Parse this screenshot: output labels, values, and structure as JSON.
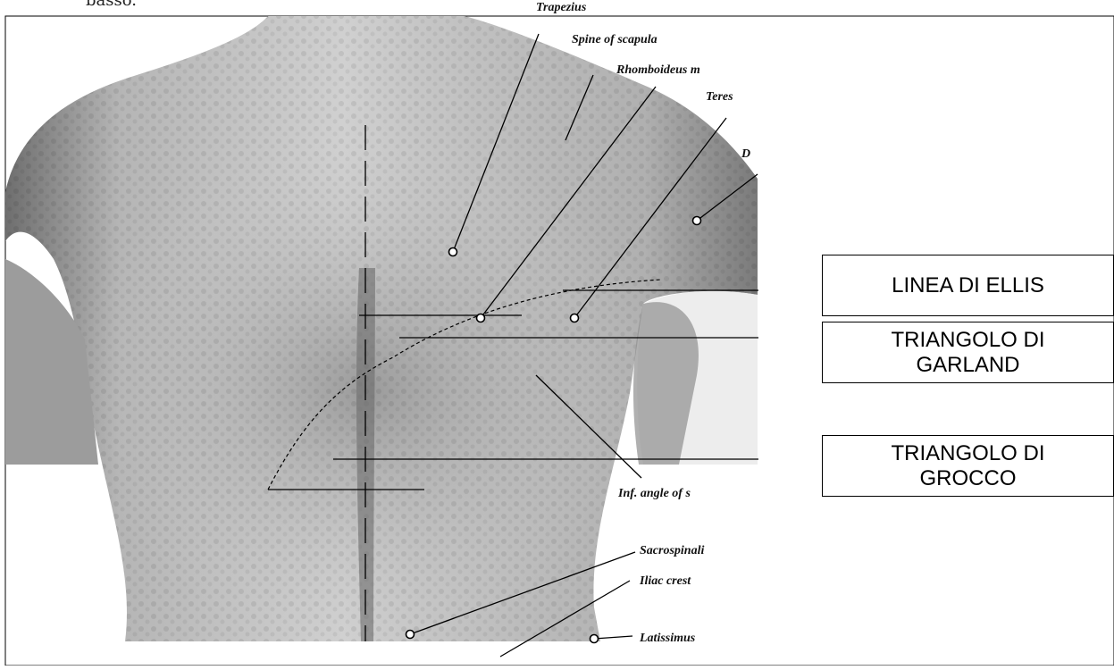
{
  "header_fragment": "basso.",
  "figure_labels": {
    "trapezius": "Trapezius",
    "spine_scapula": "Spine of scapula",
    "rhomboideus": "Rhomboideus m",
    "teres": "Teres",
    "deltoid": "D",
    "inf_angle": "Inf. angle of s",
    "sacrospinalis": "Sacrospinali",
    "iliac_crest": "Iliac crest",
    "latissimus": "Latissimus"
  },
  "callouts": {
    "ellis": "LINEA DI ELLIS",
    "garland_line1": "TRIANGOLO DI",
    "garland_line2": "GARLAND",
    "grocco_line1": "TRIANGOLO DI",
    "grocco_line2": "GROCCO"
  },
  "colors": {
    "skin_light": "#cfcfcf",
    "skin_dark": "#8a8a8a",
    "line": "#000000"
  }
}
